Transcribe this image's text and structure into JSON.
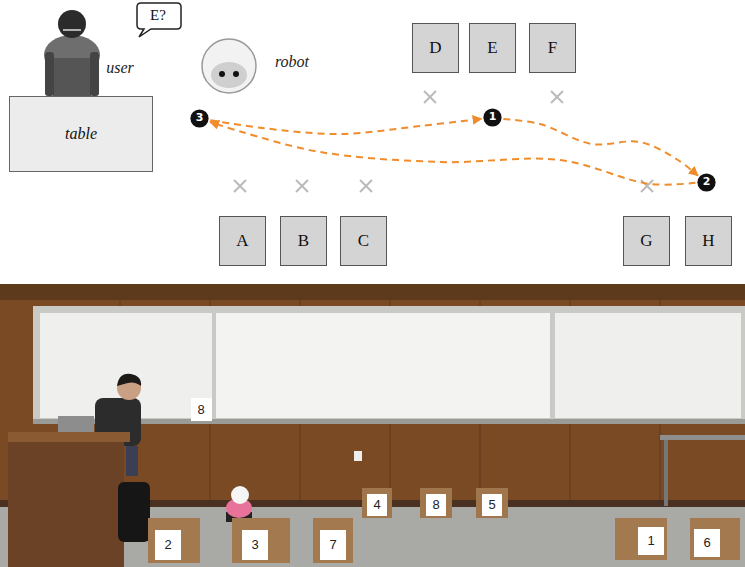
{
  "diagram": {
    "nodes": [
      {
        "text": [
          "E?"
        ]
      },
      {
        "text": [
          "D"
        ]
      },
      {
        "text": [
          "E"
        ]
      },
      {
        "text": [
          "F"
        ]
      },
      {
        "text": [
          "3"
        ]
      },
      {
        "text": [
          "1"
        ]
      },
      {
        "text": [
          "table"
        ]
      },
      {
        "text": [
          "2"
        ]
      },
      {
        "text": [
          "A"
        ]
      },
      {
        "text": [
          "B"
        ]
      },
      {
        "text": [
          "C"
        ]
      },
      {
        "text": [
          "G"
        ]
      },
      {
        "text": [
          "H"
        ]
      }
    ],
    "edges": [
      {
        "from": 4,
        "to": 5,
        "arrow": "to"
      },
      {
        "from": 5,
        "to": 7,
        "arrow": "to"
      },
      {
        "from": 7,
        "to": 4,
        "arrow": "to"
      }
    ],
    "labels": [
      "user",
      "robot",
      "8",
      "4",
      "8",
      "5",
      "2",
      "3",
      "7",
      "1",
      "6"
    ]
  }
}
